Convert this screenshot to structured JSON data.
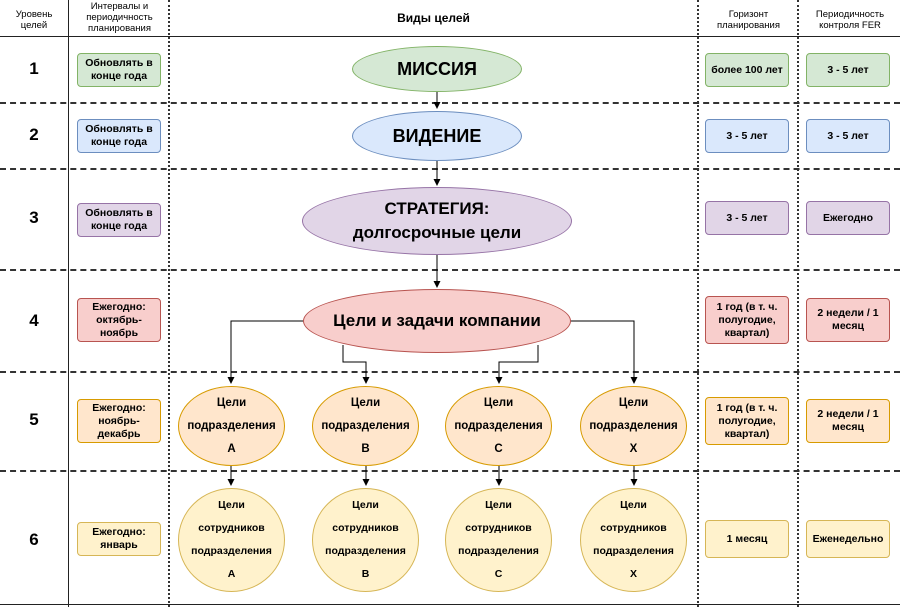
{
  "headers": {
    "level": "Уровень целей",
    "intervals": "Интервалы и периодичность планирования",
    "goal_types": "Виды целей",
    "horizon": "Горизонт планирования",
    "control": "Периодичность контроля FER"
  },
  "colors": {
    "green": "#d5e8d4",
    "blue": "#dae8fc",
    "purple": "#e1d5e7",
    "red": "#f8cecc",
    "orange": "#ffe6cc",
    "yellow": "#fff2cc"
  },
  "rows": [
    {
      "level": "1",
      "interval": "Обновлять в конце года",
      "horizon": "более 100 лет",
      "control": "3 - 5 лет"
    },
    {
      "level": "2",
      "interval": "Обновлять в конце года",
      "horizon": "3 - 5 лет",
      "control": "3 - 5 лет"
    },
    {
      "level": "3",
      "interval": "Обновлять в конце года",
      "horizon": "3 - 5 лет",
      "control": "Ежегодно"
    },
    {
      "level": "4",
      "interval": "Ежегодно: октябрь-ноябрь",
      "horizon": "1 год (в т. ч. полугодие, квартал)",
      "control": "2 недели / 1 месяц"
    },
    {
      "level": "5",
      "interval": "Ежегодно: ноябрь-декабрь",
      "horizon": "1 год (в т. ч. полугодие, квартал)",
      "control": "2 недели / 1 месяц"
    },
    {
      "level": "6",
      "interval": "Ежегодно: январь",
      "horizon": "1 месяц",
      "control": "Еженедельно"
    }
  ],
  "goals": {
    "mission": "МИССИЯ",
    "vision": "ВИДЕНИЕ",
    "strategy_line1": "СТРАТЕГИЯ:",
    "strategy_line2": "долгосрочные цели",
    "company": "Цели и задачи компании",
    "departments": [
      {
        "line1": "Цели",
        "line2": "подразделения",
        "id": "A"
      },
      {
        "line1": "Цели",
        "line2": "подразделения",
        "id": "B"
      },
      {
        "line1": "Цели",
        "line2": "подразделения",
        "id": "C"
      },
      {
        "line1": "Цели",
        "line2": "подразделения",
        "id": "X"
      }
    ],
    "employees": [
      {
        "line1": "Цели",
        "line2": "сотрудников",
        "line3": "подразделения",
        "id": "A"
      },
      {
        "line1": "Цели",
        "line2": "сотрудников",
        "line3": "подразделения",
        "id": "B"
      },
      {
        "line1": "Цели",
        "line2": "сотрудников",
        "line3": "подразделения",
        "id": "C"
      },
      {
        "line1": "Цели",
        "line2": "сотрудников",
        "line3": "подразделения",
        "id": "X"
      }
    ]
  }
}
